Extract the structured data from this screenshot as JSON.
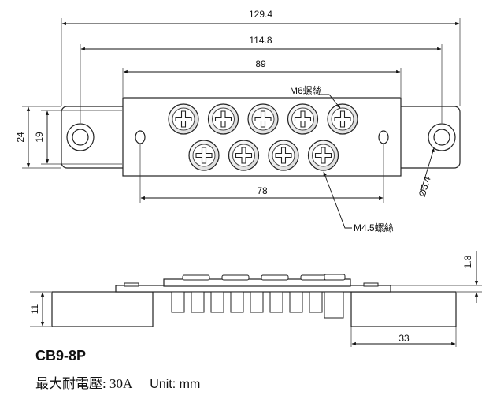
{
  "model": "CB9-8P",
  "rating": {
    "label": "最大耐電壓",
    "value": "30A",
    "units": "Unit: mm"
  },
  "top_view": {
    "dim_overall_length": "129.4",
    "dim_mount_hole_spacing": "114.8",
    "dim_body_length": "89",
    "dim_small_hole_spacing": "78",
    "dim_overall_height": "24",
    "dim_body_height": "19",
    "dim_hole_diameter": "Ø5.4",
    "label_upper_screw": "M6螺絲",
    "label_lower_screw": "M4.5螺絲",
    "upper_screw_count": 5,
    "lower_screw_count": 4
  },
  "side_view": {
    "dim_height": "11",
    "dim_plate_thickness": "1.8",
    "dim_flange_length": "33"
  }
}
